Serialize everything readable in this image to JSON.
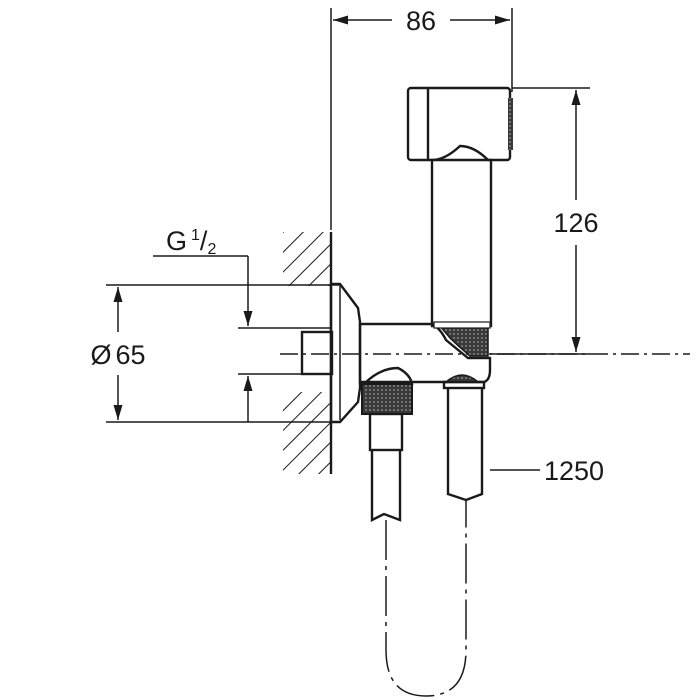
{
  "drawing": {
    "type": "technical-dimension-drawing",
    "subject": "wall-mounted hand shower with holder and hose",
    "dimensions": {
      "width": "86",
      "height": "126",
      "flange_diameter_symbol": "Ø",
      "flange_diameter": "65",
      "thread_prefix": "G",
      "thread_num": "1",
      "thread_slash": "/",
      "thread_den": "2",
      "hose_length": "1250"
    },
    "colors": {
      "line": "#1a1a1a",
      "background": "#ffffff",
      "knurl": "#555555"
    }
  }
}
